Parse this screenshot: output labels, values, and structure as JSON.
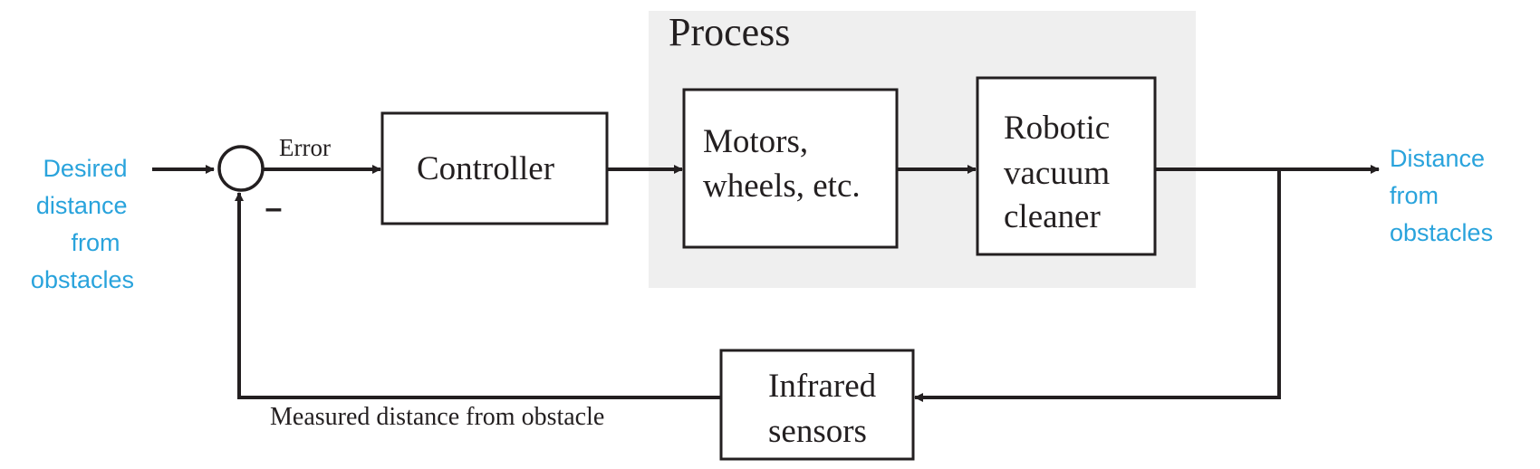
{
  "diagram": {
    "process_title": "Process",
    "input_label": [
      "Desired",
      "distance",
      "from",
      "obstacles"
    ],
    "output_label": [
      "Distance",
      "from",
      "obstacles"
    ],
    "error_label": "Error",
    "minus_sign": "–",
    "feedback_label": "Measured distance from obstacle",
    "blocks": {
      "controller": [
        "Controller"
      ],
      "motors": [
        "Motors,",
        "wheels, etc."
      ],
      "vacuum": [
        "Robotic",
        "vacuum",
        "cleaner"
      ],
      "sensors": [
        "Infrared",
        "sensors"
      ]
    },
    "colors": {
      "line": "#231f20",
      "accent_text": "#29a3dc",
      "process_bg": "#efefef"
    }
  }
}
